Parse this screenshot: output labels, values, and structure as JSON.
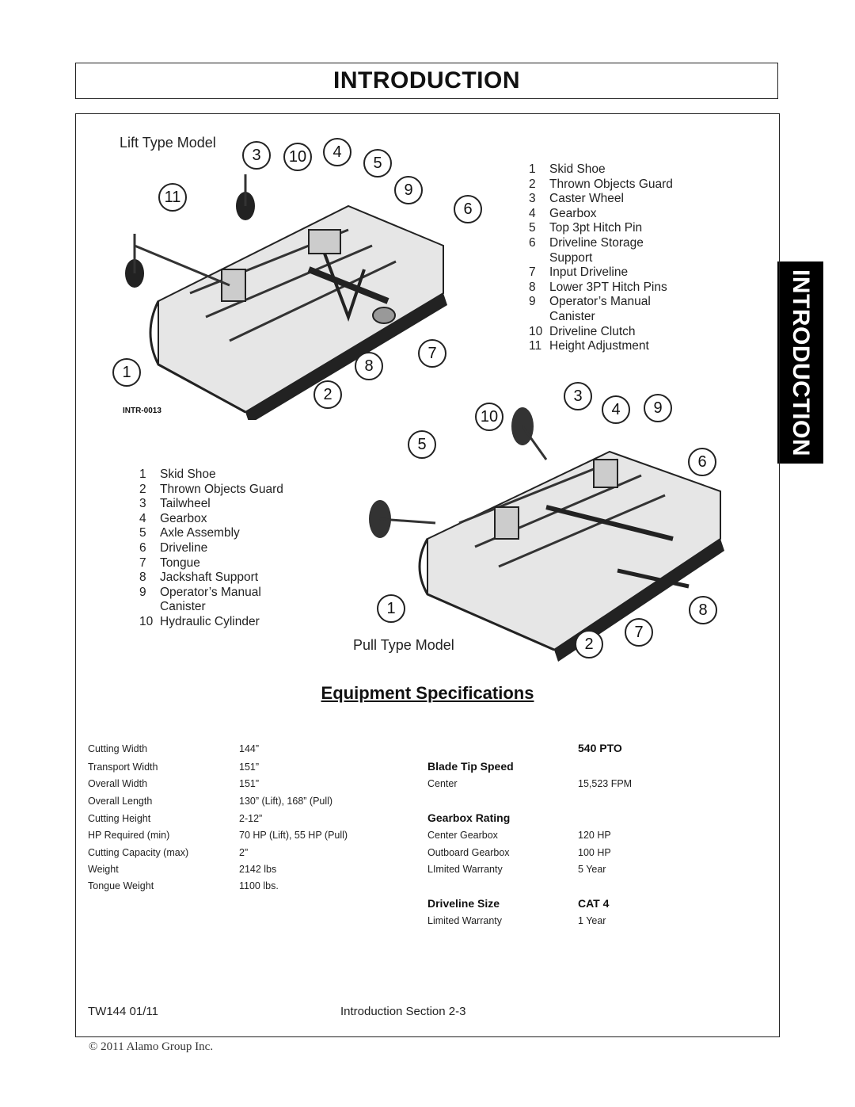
{
  "header": {
    "title": "INTRODUCTION"
  },
  "side_tab": {
    "label": "INTRODUCTION"
  },
  "lift_figure": {
    "title": "Lift Type Model",
    "code": "INTR-0013",
    "callouts": [
      "3",
      "10",
      "4",
      "5",
      "11",
      "9",
      "6",
      "7",
      "8",
      "1",
      "2"
    ],
    "legend": [
      {
        "num": "1",
        "label": "Skid Shoe"
      },
      {
        "num": "2",
        "label": "Thrown Objects Guard"
      },
      {
        "num": "3",
        "label": "Caster Wheel"
      },
      {
        "num": "4",
        "label": "Gearbox"
      },
      {
        "num": "5",
        "label": "Top 3pt Hitch Pin"
      },
      {
        "num": "6",
        "label": "Driveline Storage"
      },
      {
        "num": "",
        "label": "Support"
      },
      {
        "num": "7",
        "label": "Input Driveline"
      },
      {
        "num": "8",
        "label": "Lower 3PT Hitch Pins"
      },
      {
        "num": "9",
        "label": "Operator’s Manual"
      },
      {
        "num": "",
        "label": "Canister"
      },
      {
        "num": "10",
        "label": "Driveline Clutch"
      },
      {
        "num": "11",
        "label": "Height Adjustment"
      }
    ]
  },
  "pull_figure": {
    "title": "Pull Type Model",
    "callouts": [
      "3",
      "10",
      "4",
      "9",
      "5",
      "6",
      "1",
      "8",
      "2",
      "7"
    ],
    "legend": [
      {
        "num": "1",
        "label": "Skid Shoe"
      },
      {
        "num": "2",
        "label": "Thrown Objects Guard"
      },
      {
        "num": "3",
        "label": "Tailwheel"
      },
      {
        "num": "4",
        "label": "Gearbox"
      },
      {
        "num": "5",
        "label": "Axle Assembly"
      },
      {
        "num": "6",
        "label": "Driveline"
      },
      {
        "num": "7",
        "label": "Tongue"
      },
      {
        "num": "8",
        "label": "Jackshaft Support"
      },
      {
        "num": "9",
        "label": "Operator’s Manual"
      },
      {
        "num": "",
        "label": "Canister"
      },
      {
        "num": "10",
        "label": "Hydraulic Cylinder"
      }
    ]
  },
  "specs": {
    "title": "Equipment Specifications",
    "left": [
      {
        "label": "Cutting Width",
        "value": "144”"
      },
      {
        "label": "Transport Width",
        "value": "151”"
      },
      {
        "label": "Overall Width",
        "value": "151”"
      },
      {
        "label": "Overall Length",
        "value": "130” (Lift), 168” (Pull)"
      },
      {
        "label": "Cutting Height",
        "value": "2-12”"
      },
      {
        "label": "HP Required (min)",
        "value": "70 HP (Lift), 55 HP (Pull)"
      },
      {
        "label": "Cutting Capacity (max)",
        "value": "2”"
      },
      {
        "label": "Weight",
        "value": "2142 lbs"
      },
      {
        "label": "Tongue Weight",
        "value": "1100 lbs."
      }
    ],
    "pto_header": "540 PTO",
    "blade_tip_heading": "Blade Tip Speed",
    "center_label": "Center",
    "center_value": "15,523 FPM",
    "gearbox_heading": "Gearbox Rating",
    "gearbox_rows": [
      {
        "label": "Center Gearbox",
        "value": "120 HP"
      },
      {
        "label": "Outboard Gearbox",
        "value": "100 HP"
      },
      {
        "label": "LImited Warranty",
        "value": "5 Year"
      }
    ],
    "driveline_heading": "Driveline Size",
    "driveline_value": "CAT 4",
    "driveline_warranty_label": "Limited Warranty",
    "driveline_warranty_value": "1 Year"
  },
  "footer": {
    "left": "TW144   01/11",
    "center": "Introduction Section 2-3",
    "copyright": "© 2011 Alamo Group Inc."
  }
}
